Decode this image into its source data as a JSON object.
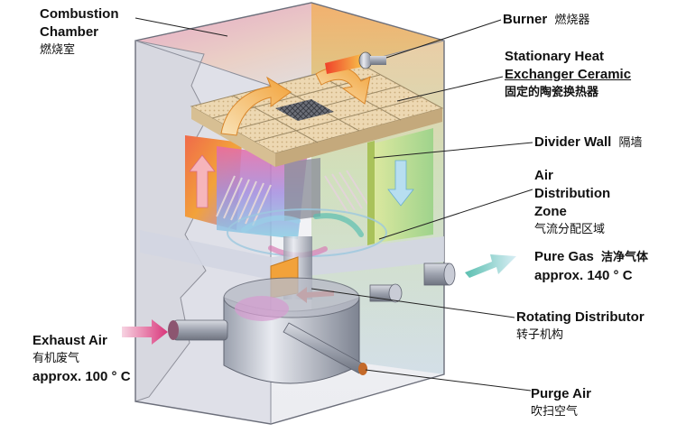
{
  "labels": {
    "combustion_chamber": {
      "line1": "Combustion",
      "line2": "Chamber",
      "cn": "燃烧室"
    },
    "burner": {
      "en": "Burner",
      "cn": "燃烧器"
    },
    "heat_exchanger": {
      "line1": "Stationary Heat",
      "line2": "Exchanger Ceramic",
      "cn": "固定的陶瓷换热器"
    },
    "divider_wall": {
      "en": "Divider Wall",
      "cn": "隔墙"
    },
    "air_distribution": {
      "line1": "Air",
      "line2": "Distribution",
      "line3": "Zone",
      "cn": "气流分配区域"
    },
    "pure_gas": {
      "en": "Pure Gas",
      "cn": "洁净气体",
      "temp": "approx. 140 ° C"
    },
    "rotating_distributor": {
      "en": "Rotating Distributor",
      "cn": "转子机构"
    },
    "exhaust_air": {
      "en": "Exhaust Air",
      "cn": "有机废气",
      "temp": "approx. 100 ° C"
    },
    "purge_air": {
      "en": "Purge Air",
      "cn": "吹扫空气"
    }
  },
  "colors": {
    "hot_flow": "#f2a23a",
    "cold_flow": "#9ad0e8",
    "exhaust_flow": "#e0508a",
    "pure_gas_flow": "#5bbfb0",
    "leader_line": "#222222"
  }
}
